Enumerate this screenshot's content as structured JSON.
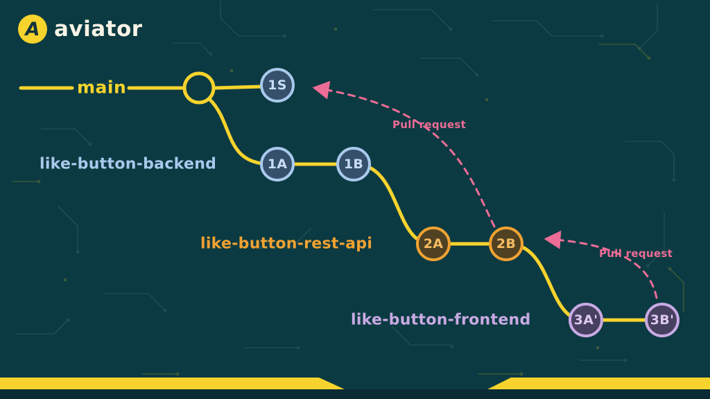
{
  "logo": {
    "mark": "A",
    "wordmark": "aviator"
  },
  "colors": {
    "background": "#0b3a42",
    "accent_yellow": "#f6d32d",
    "pink": "#ed6d96",
    "blue_ring": "#a9c9ec",
    "blue_fill": "#34506b",
    "blue_text": "#c9def5",
    "orange_ring": "#f0a232",
    "orange_fill": "#4f4122",
    "orange_text": "#f5bb62",
    "purple_ring": "#c8aae3",
    "purple_fill": "#474060",
    "purple_text": "#ddc9f2",
    "bottom_dark": "#0a2b36"
  },
  "diagram": {
    "main": {
      "label": "main",
      "commit": {
        "label": "1S"
      }
    },
    "branches": [
      {
        "label": "like-button-backend",
        "commits": [
          {
            "label": "1A"
          },
          {
            "label": "1B"
          }
        ]
      },
      {
        "label": "like-button-rest-api",
        "commits": [
          {
            "label": "2A"
          },
          {
            "label": "2B"
          }
        ]
      },
      {
        "label": "like-button-frontend",
        "commits": [
          {
            "label": "3A'"
          },
          {
            "label": "3B'"
          }
        ]
      }
    ],
    "pull_requests": [
      {
        "label": "Pull request"
      },
      {
        "label": "Pull request"
      }
    ]
  }
}
